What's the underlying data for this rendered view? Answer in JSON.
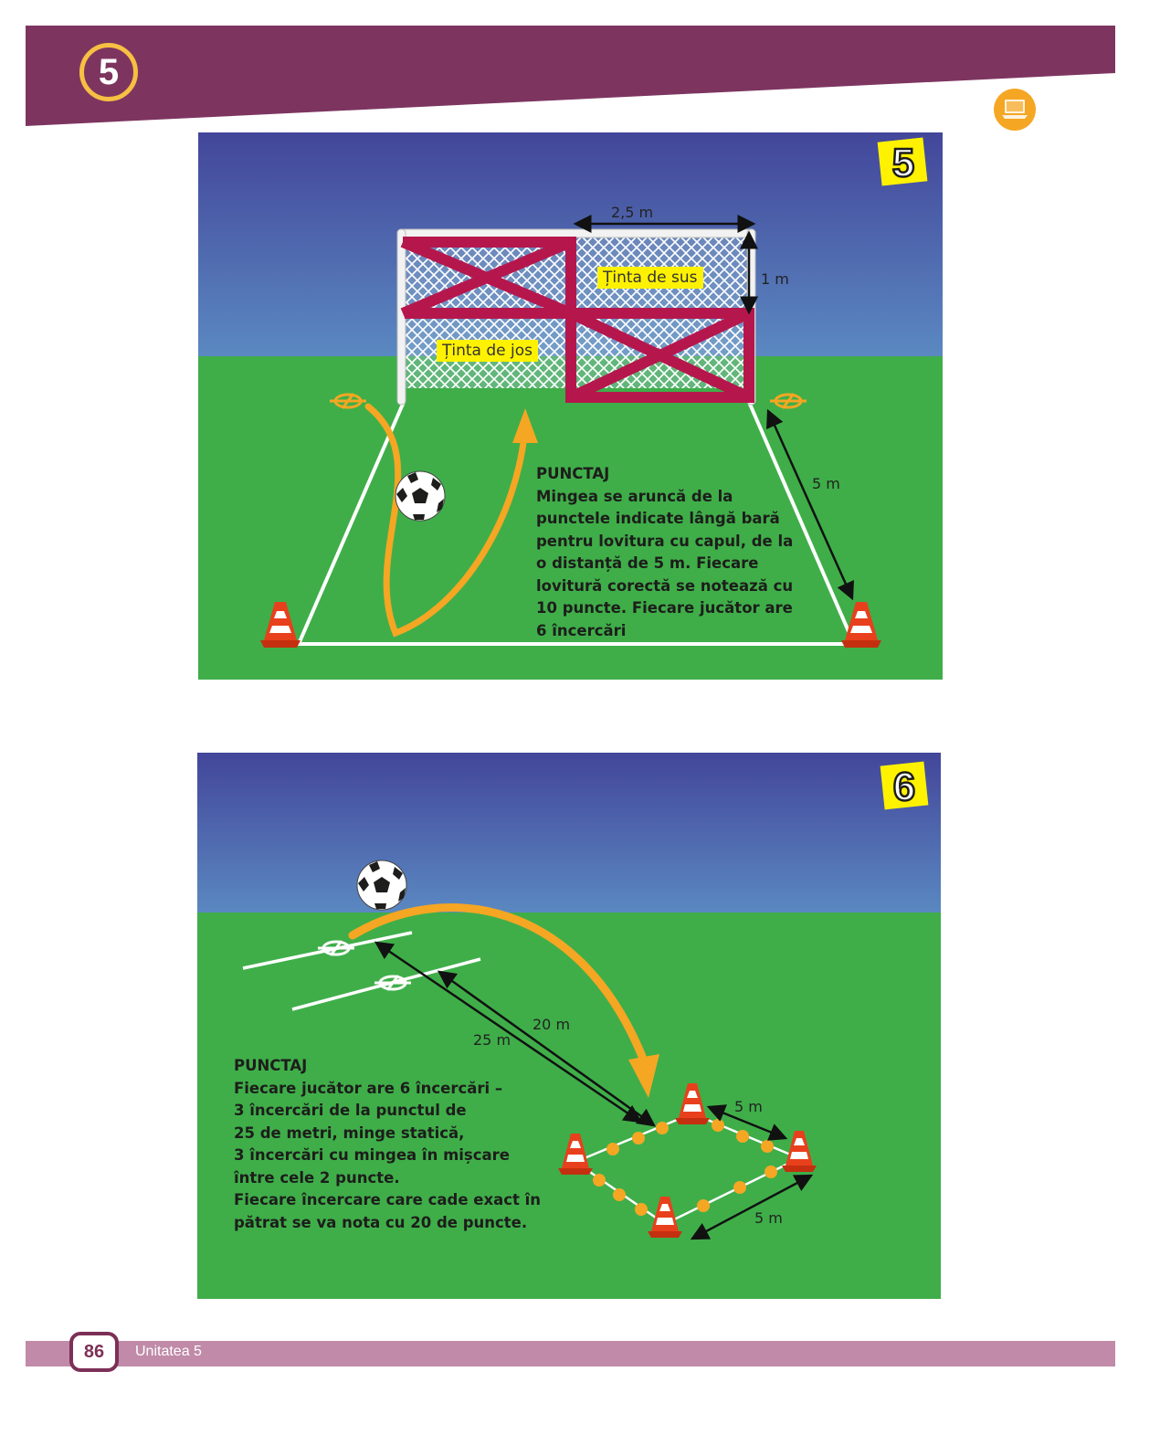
{
  "header": {
    "unit_number": "5",
    "band_color": "#7d3560",
    "circle_color": "#f7c043",
    "media_icon": "laptop-media-icon"
  },
  "exercise5": {
    "badge": "5",
    "width_label": "2,5 m",
    "height_label": "1 m",
    "distance_label": "5 m",
    "target_top": "Ținta de sus",
    "target_bottom": "Ținta de jos",
    "score_title": "PUNCTAJ",
    "score_lines": [
      "Mingea se aruncă de la",
      "punctele indicate lângă bară",
      "pentru lovitura cu capul, de la",
      "o distanță de 5 m. Fiecare",
      "lovitură corectă se notează cu",
      "10 puncte. Fiecare jucător are",
      "6 încercări"
    ]
  },
  "exercise6": {
    "badge": "6",
    "distance_20": "20 m",
    "distance_25": "25 m",
    "side_top": "5 m",
    "side_bottom": "5 m",
    "score_title": "PUNCTAJ",
    "score_lines": [
      "Fiecare jucător are 6 încercări –",
      "3 încercări de la punctul de",
      "25 de metri, minge statică,",
      "3 încercări cu mingea în mișcare",
      "între cele 2 puncte.",
      "Fiecare încercare care cade exact în",
      "pătrat se va nota cu 20 de puncte."
    ]
  },
  "footer": {
    "page_number": "86",
    "unit_label": "Unitatea 5"
  },
  "colors": {
    "sky_top": "#43469a",
    "sky_bottom": "#5b87c0",
    "grass": "#3fae49",
    "arrow_orange": "#f5a623",
    "target_red": "#b5174d",
    "footer": "#c08aa8",
    "accent": "#7d3057"
  }
}
